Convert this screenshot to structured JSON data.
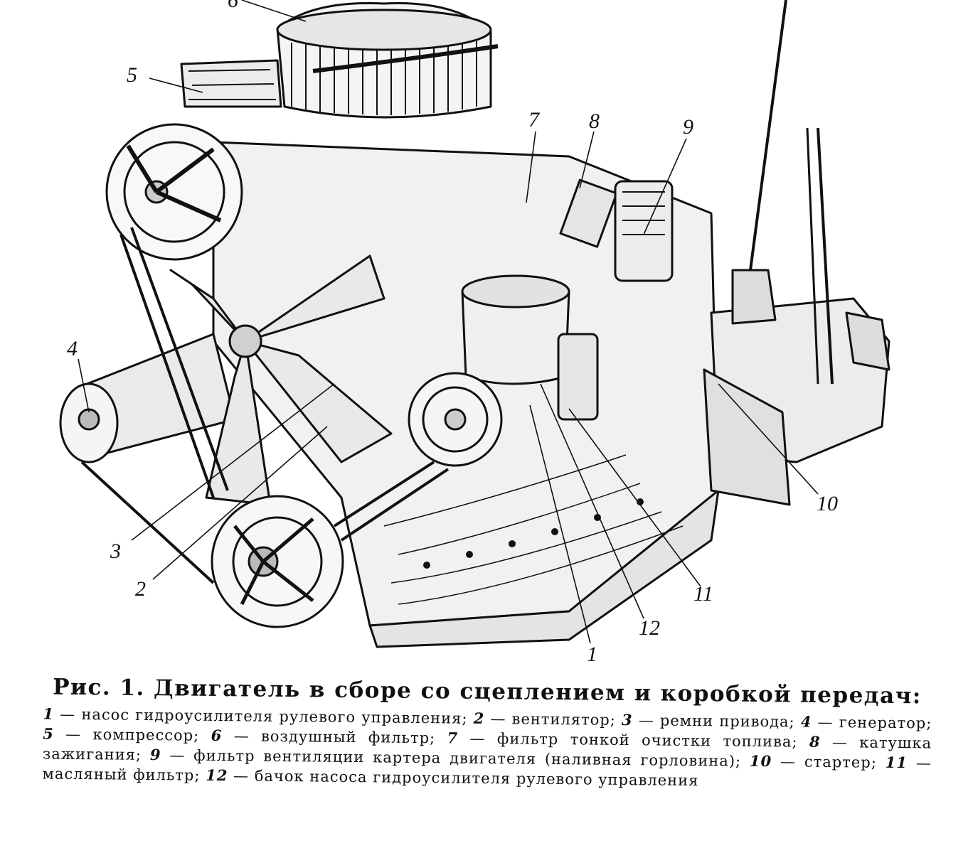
{
  "figure": {
    "callouts": [
      {
        "num": "1",
        "label": "насос гидроусилителя рулевого управления"
      },
      {
        "num": "2",
        "label": "вентилятор"
      },
      {
        "num": "3",
        "label": "ремни привода"
      },
      {
        "num": "4",
        "label": "генератор"
      },
      {
        "num": "5",
        "label": "компрессор"
      },
      {
        "num": "6",
        "label": "воздушный фильтр"
      },
      {
        "num": "7",
        "label": "фильтр тонкой очистки топлива"
      },
      {
        "num": "8",
        "label": "катушка зажигания"
      },
      {
        "num": "9",
        "label": "фильтр вентиляции картера двигателя (наливная горловина)"
      },
      {
        "num": "10",
        "label": "стартер"
      },
      {
        "num": "11",
        "label": "масляный фильтр"
      },
      {
        "num": "12",
        "label": "бачок насоса гидроусилителя рулевого управления"
      }
    ]
  },
  "caption": {
    "title": "Рис. 1. Двигатель в сборе со сцеплением и коробкой передач:",
    "separator": " — ",
    "delimiter": "; "
  },
  "colors": {
    "ink": "#111111",
    "paper": "#ffffff"
  }
}
